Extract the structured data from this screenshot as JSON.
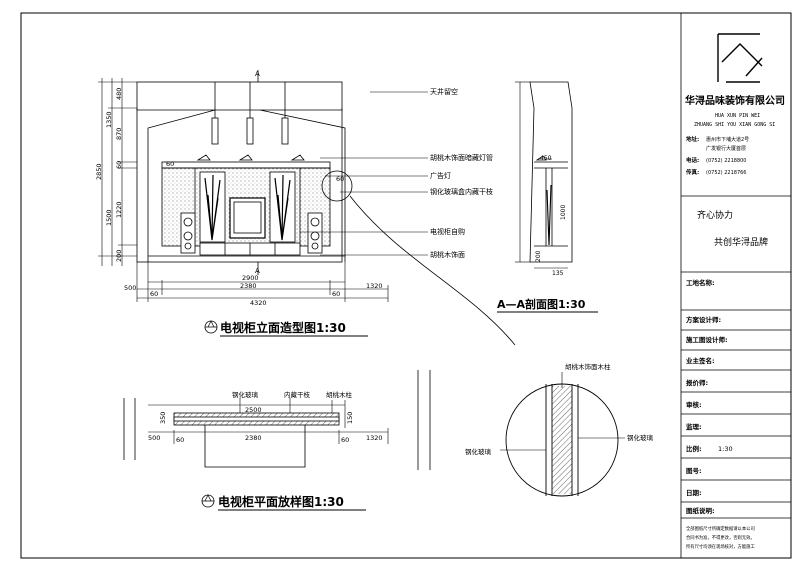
{
  "elevation": {
    "title": "电视柜立面造型图1:30",
    "section_mark": "A",
    "labels": {
      "ceiling": "天井留空",
      "walnut_light": "胡桃木饰面暗藏灯管",
      "ad_lamp": "广告灯",
      "glass": "钢化玻璃盒内藏干枝",
      "tv_cabinet": "电视柜自购",
      "walnut_face": "胡桃木饰面"
    },
    "dims_left": [
      "480",
      "1350",
      "870",
      "2850",
      "60",
      "1500",
      "1220",
      "200"
    ],
    "dims_bottom": [
      "2900",
      "500",
      "2380",
      "60",
      "60",
      "1320",
      "4320"
    ],
    "small_dims": [
      "60",
      "60"
    ]
  },
  "section": {
    "title": "A—A剖面图1:30",
    "dims": [
      "450",
      "1000",
      "200",
      "135"
    ]
  },
  "plan": {
    "title": "电视柜平面放样图1:30",
    "labels": {
      "glass": "钢化玻璃",
      "dry_branch": "内藏干枝",
      "walnut_post": "胡桃木柱"
    },
    "dims": [
      "2500",
      "2380",
      "500",
      "60",
      "60",
      "1320",
      "350",
      "150"
    ]
  },
  "detail": {
    "label_top": "胡桃木饰面木柱",
    "label_right": "钢化玻璃",
    "label_left": "钢化玻璃"
  },
  "title_block": {
    "company": "华浔品味装饰有限公司",
    "pinyin1": "HUA XUN PIN WEI",
    "pinyin2": "ZHUANG SHI YOU XIAN GONG SI",
    "addr_label": "地址:",
    "addr1": "惠州市下埔大道2号",
    "addr2": "广发银行大厦首层",
    "tel_label": "电话:",
    "tel": "(0752) 2218800",
    "fax_label": "传真:",
    "fax": "(0752) 2218766",
    "slogan1": "齐心协力",
    "slogan2": "共创华浔品牌",
    "rows": [
      {
        "label": "工地名称:",
        "value": ""
      },
      {
        "label": "方案设计师:",
        "value": ""
      },
      {
        "label": "施工图设计师:",
        "value": ""
      },
      {
        "label": "业主签名:",
        "value": ""
      },
      {
        "label": "报价师:",
        "value": ""
      },
      {
        "label": "审核:",
        "value": ""
      },
      {
        "label": "监理:",
        "value": ""
      },
      {
        "label": "比例:",
        "value": "1:30"
      },
      {
        "label": "图号:",
        "value": ""
      },
      {
        "label": "日期:",
        "value": ""
      }
    ],
    "notes_label": "图纸说明:",
    "notes": [
      "全部图纸尺寸所确定数据请以本公司",
      "合同书为准，不得更改，否则无效。",
      "所有尺寸均须在现场核对，方能施工"
    ]
  }
}
